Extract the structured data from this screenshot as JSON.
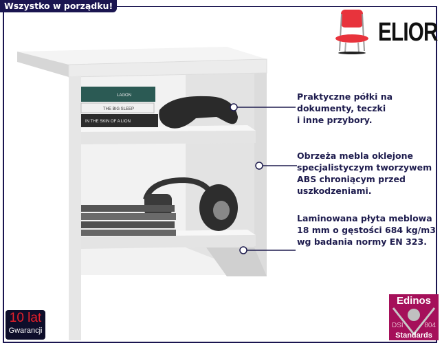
{
  "header": {
    "title": "Wszystko w porządku!"
  },
  "brand": {
    "name": "ELIOR",
    "icon": "chair-icon",
    "accent": "#e8333c"
  },
  "callouts": [
    {
      "text": "Praktyczne półki na\ndokumenty, teczki\ni inne przybory."
    },
    {
      "text": "Obrzeża mebla oklejone\nspecjalistyczym tworzywem\nABS chroniącym przed\nuszkodzeniami."
    },
    {
      "text": "Laminowana płyta meblowa\n18 mm o gęstości 684 kg/m3\nwg badania normy EN 323."
    }
  ],
  "books": [
    "LAGON",
    "THE BIG SLEEP",
    "IN THE SKIN OF A LION"
  ],
  "warranty": {
    "big": "10 lat",
    "small": "Gwarancji"
  },
  "certificate": {
    "name": "Edinos",
    "left": "DSI",
    "right": "804",
    "bottom": "Standards",
    "color": "#a5105a"
  },
  "colors": {
    "frame": "#1a1550",
    "text": "#1e1c4e"
  }
}
